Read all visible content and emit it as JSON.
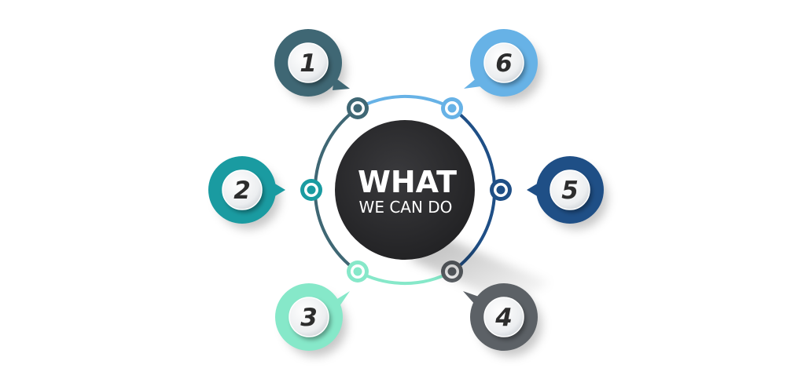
{
  "center": {
    "title": "WHAT",
    "subtitle": "WE CAN DO"
  },
  "items": [
    {
      "number": "1",
      "color": "#3f6774"
    },
    {
      "number": "2",
      "color": "#1a9ba1"
    },
    {
      "number": "3",
      "color": "#86e8c9"
    },
    {
      "number": "4",
      "color": "#5c6166"
    },
    {
      "number": "5",
      "color": "#1f4f86"
    },
    {
      "number": "6",
      "color": "#67b2e6"
    }
  ],
  "colors": {
    "hub": "#2f2f31",
    "ring_top": "#67b2e6",
    "ring_left": "#3f6774",
    "ring_bottom": "#86e8c9",
    "ring_right": "#1f4f86"
  }
}
